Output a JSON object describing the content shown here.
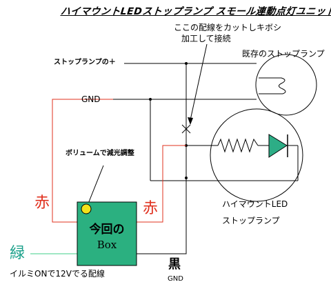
{
  "title": "ハイマウントLEDストップランプ スモール連動点灯ユニット",
  "cut_note": [
    "ここの配線をカットしキボシ",
    "加工して接続"
  ],
  "existing_lamp": "既存のストップランプ",
  "stop_lamp_plus": "ストップランプの＋",
  "gnd_top": "GND",
  "volume_note": "ボリュームで減光調整",
  "red_left": "赤",
  "red_right": "赤",
  "box": {
    "line1": "今回の",
    "line2": "Box"
  },
  "green": "緑",
  "illumi_note": "イルミONで12Vでる配線",
  "black": "黒",
  "gnd_bottom": "GND",
  "led_lamp": [
    "ハイマウントLED",
    "ストップランプ"
  ],
  "colors": {
    "red_wire": "#e0301e",
    "box_fill": "#2bb080",
    "led_fill": "#2dad86",
    "green_wire": "#3fcf8a",
    "knob": "#f2e21a"
  }
}
